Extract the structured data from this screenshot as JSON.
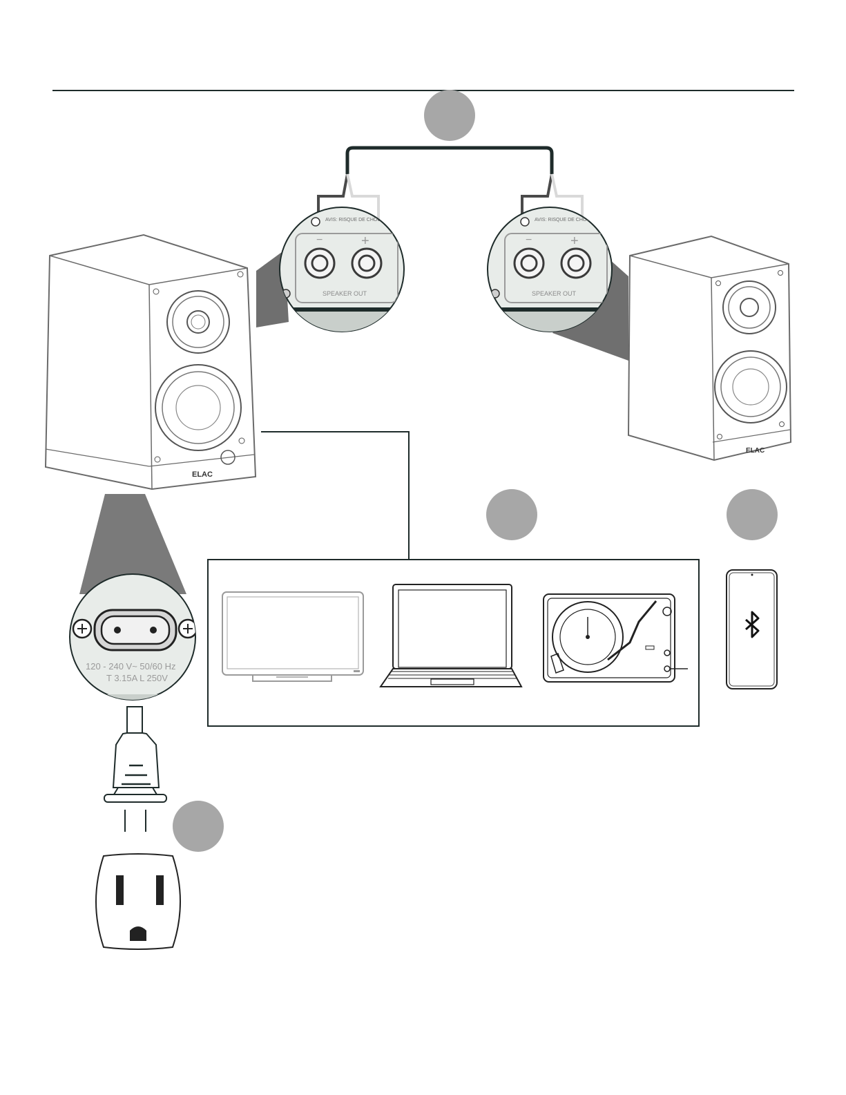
{
  "speaker_jack": {
    "warning_text": "AVIS: RISQUE DE CHOC E",
    "minus_label": "−",
    "plus_label": "+",
    "label": "SPEAKER OUT"
  },
  "speaker_brand": "ELAC",
  "power_inlet": {
    "voltage_text": "120 - 240 V~  50/60 Hz",
    "fuse_text": "T 3.15A L 250V"
  },
  "step_badges": [
    {
      "label": ""
    },
    {
      "label": ""
    },
    {
      "label": ""
    },
    {
      "label": ""
    }
  ],
  "sources": [
    {
      "icon": "tv-icon"
    },
    {
      "icon": "laptop-icon"
    },
    {
      "icon": "turntable-icon"
    }
  ],
  "wireless_source": {
    "icon": "smartphone-icon",
    "symbol": "bluetooth-icon"
  },
  "colors": {
    "line": "#1e2b2a",
    "badge": "#a7a7a7",
    "zoom_fill": "#e8ece9",
    "wedge": "#7a7a7a"
  }
}
